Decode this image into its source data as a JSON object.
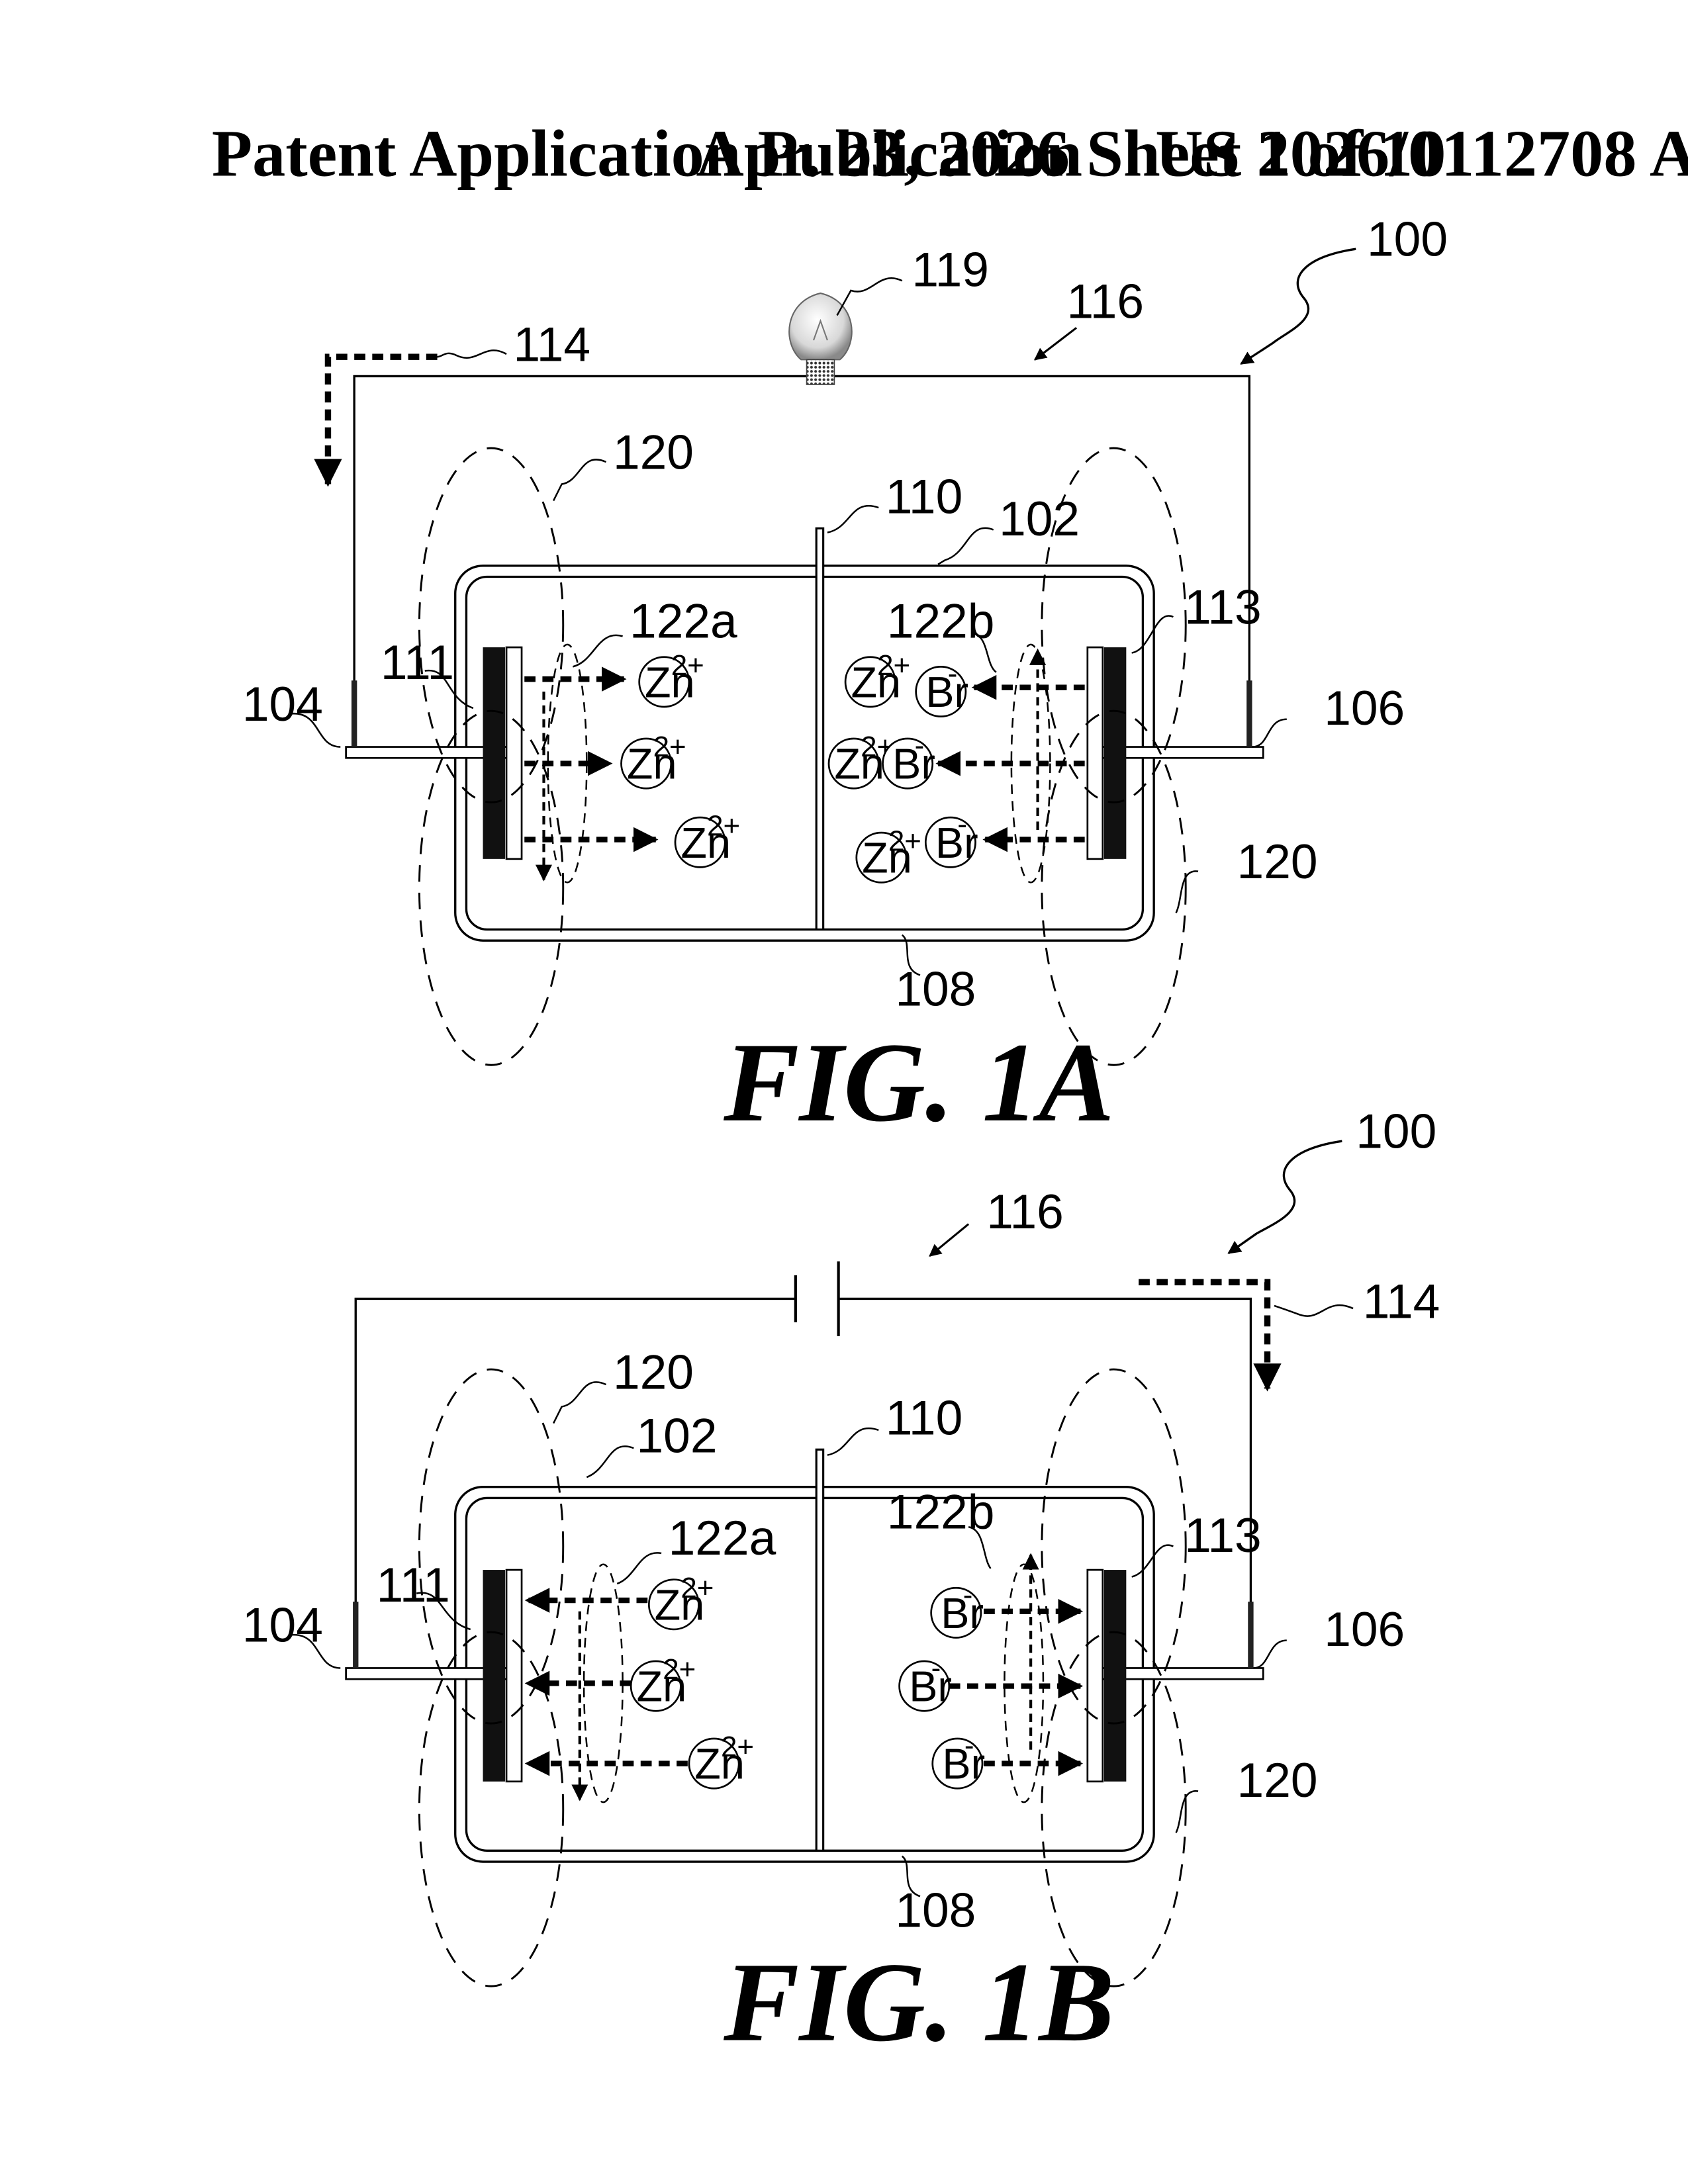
{
  "header": {
    "title": "Patent Application Publication",
    "date_sheet": "Apr. 23, 2026  Sheet 1 of 10",
    "pub_number": "US 2026/0112708 A1"
  },
  "figures": [
    {
      "caption": "FIG. 1A",
      "labels": {
        "system": "100",
        "current": "114",
        "circuit": "116",
        "load": "119",
        "field_left": "120",
        "field_right": "120",
        "separator": "110",
        "housing": "102",
        "electrolyte": "108",
        "anode_terminal": "104",
        "cathode_terminal": "106",
        "anode": "111",
        "cathode": "113",
        "flow_left": "122a",
        "flow_right": "122b"
      },
      "ions_left": [
        "Zn",
        "Zn",
        "Zn"
      ],
      "ions_right_zn": [
        "Zn",
        "Zn",
        "Zn"
      ],
      "ions_right_br": [
        "Br",
        "Br",
        "Br"
      ],
      "charge_zn": "2+",
      "charge_br": "-"
    },
    {
      "caption": "FIG. 1B",
      "labels": {
        "system": "100",
        "current": "114",
        "circuit": "116",
        "field_left": "120",
        "field_right": "120",
        "separator": "110",
        "housing": "102",
        "electrolyte": "108",
        "anode_terminal": "104",
        "cathode_terminal": "106",
        "anode": "111",
        "cathode": "113",
        "flow_left": "122a",
        "flow_right": "122b"
      },
      "ions_left": [
        "Zn",
        "Zn",
        "Zn"
      ],
      "ions_right_br": [
        "Br",
        "Br",
        "Br"
      ],
      "charge_zn": "2+",
      "charge_br": "-"
    }
  ]
}
